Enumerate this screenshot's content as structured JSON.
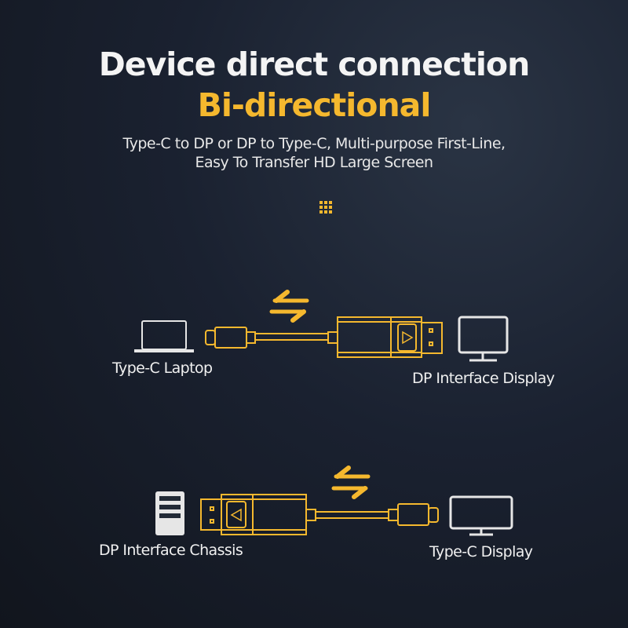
{
  "heading": {
    "title": "Device direct connection",
    "highlight": "Bi-directional",
    "subtitle_line1": "Type-C to DP or DP to Type-C, Multi-purpose First-Line,",
    "subtitle_line2": "Easy To Transfer HD Large Screen"
  },
  "diagram1": {
    "source_label": "Type-C Laptop",
    "target_label": "DP Interface Display"
  },
  "diagram2": {
    "source_label": "DP Interface Chassis",
    "target_label": "Type-C Display"
  },
  "colors": {
    "accent": "#f5b82e",
    "icon": "#e6e6e6"
  }
}
